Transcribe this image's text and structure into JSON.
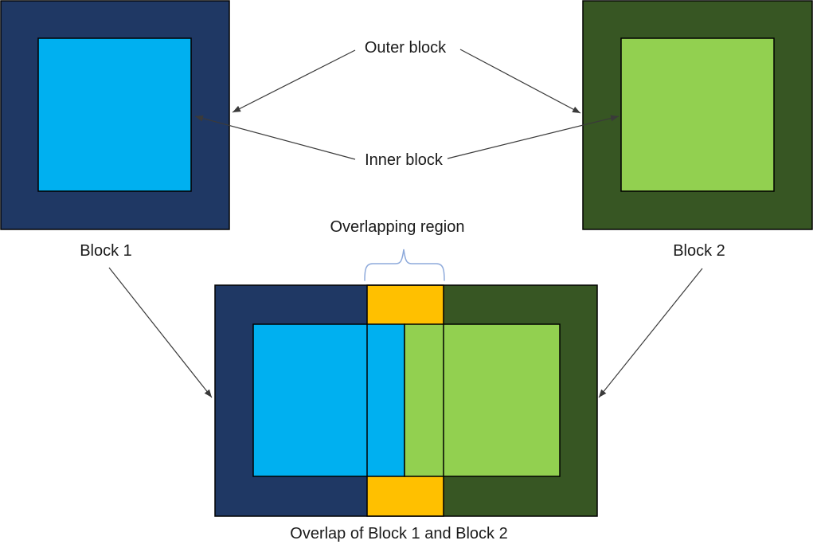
{
  "labels": {
    "outer_block": "Outer block",
    "inner_block": "Inner block",
    "block1": "Block 1",
    "block2": "Block 2",
    "overlapping_region": "Overlapping region",
    "overlap_caption": "Overlap of Block 1 and Block 2"
  },
  "colors": {
    "block1_outer": "#1F3864",
    "block1_inner": "#00B0F0",
    "block2_outer": "#375623",
    "block2_inner": "#92D050",
    "overlap": "#FFC000",
    "brace": "#8EAADB",
    "outline": "#000000",
    "arrow": "#3A3A3A",
    "background": "#FFFFFF",
    "text": "#1A1A1A"
  }
}
